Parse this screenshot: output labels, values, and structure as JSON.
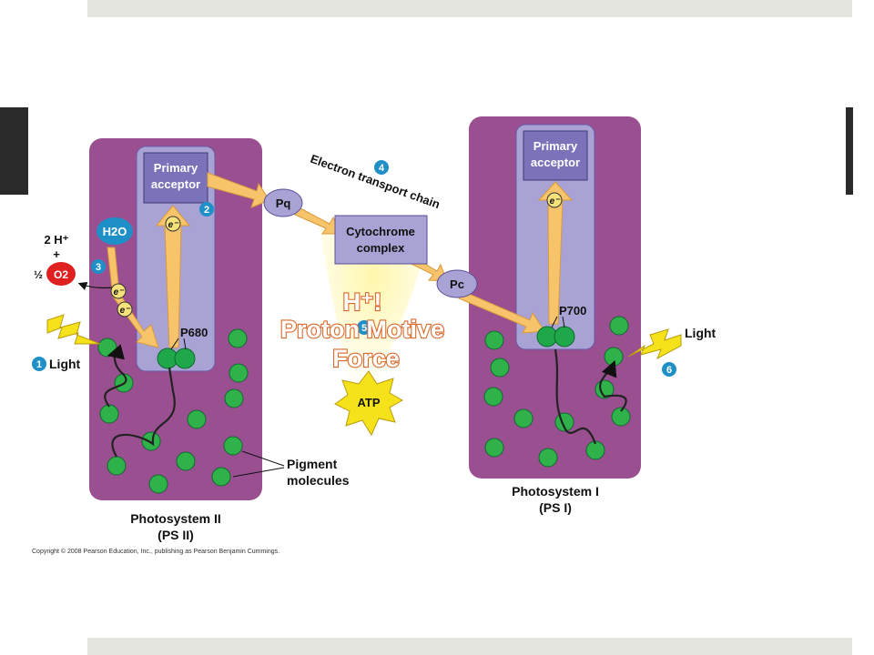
{
  "slide": {
    "colors": {
      "bar": "#e4e5df",
      "side_block": "#2a2a2a"
    },
    "overlay_title": {
      "line1": "H⁺!",
      "line2": "Proton Motive",
      "line3": "Force"
    }
  },
  "diagram": {
    "colors": {
      "photosystem": "#9a4f91",
      "inner": "#a8a3d4",
      "acceptor": "#7a73ba",
      "carrier": "#a8a3d4",
      "pigment": "#2fb24a",
      "arrow": "#f8c46b",
      "step_badge": "#1f8fc8",
      "water": "#1f8fc8",
      "oxygen": "#e02020",
      "atp": "#f5e21a"
    },
    "ps2": {
      "acceptor_line1": "Primary",
      "acceptor_line2": "acceptor",
      "reaction_center": "P680",
      "name_line1": "Photosystem II",
      "name_line2": "(PS II)"
    },
    "ps1": {
      "acceptor_line1": "Primary",
      "acceptor_line2": "acceptor",
      "reaction_center": "P700",
      "name_line1": "Photosystem I",
      "name_line2": "(PS I)"
    },
    "carriers": {
      "pq": "Pq",
      "cytochrome_line1": "Cytochrome",
      "cytochrome_line2": "complex",
      "pc": "Pc"
    },
    "etc_label": "Electron transport chain",
    "water": {
      "h2o": "H2O",
      "two_h": "2 H⁺",
      "plus": "+",
      "half": "½",
      "o2": "O2"
    },
    "electron": "e⁻",
    "light_left": "Light",
    "light_right": "Light",
    "atp": "ATP",
    "pigment_label_line1": "Pigment",
    "pigment_label_line2": "molecules",
    "steps": {
      "s1": "1",
      "s2": "2",
      "s3": "3",
      "s4": "4",
      "s5": "5",
      "s6": "6"
    },
    "copyright": "Copyright © 2008 Pearson Education, Inc., publishing as Pearson Benjamin Cummings."
  }
}
